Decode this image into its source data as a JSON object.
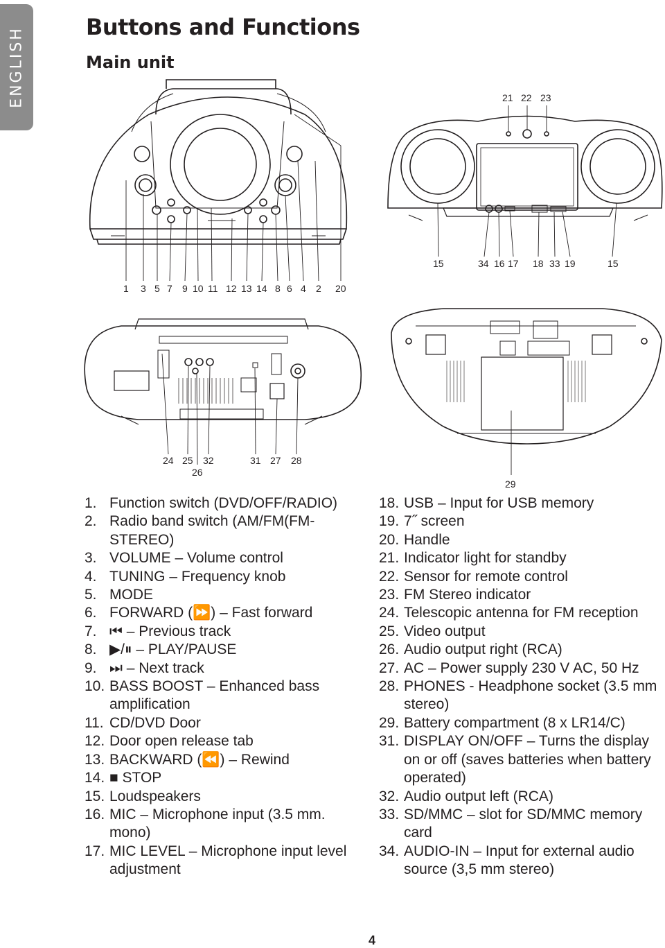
{
  "side_tab": "ENGLISH",
  "title": "Buttons and Functions",
  "subtitle": "Main unit",
  "callouts": {
    "front_row": [
      "1",
      "3",
      "5",
      "7",
      "9",
      "10",
      "11",
      "12",
      "13",
      "14",
      "8",
      "6",
      "4",
      "2",
      "20"
    ],
    "screen_top": [
      "21",
      "22",
      "23"
    ],
    "screen_bottom": [
      "15",
      "34",
      "16",
      "17",
      "18",
      "33",
      "19",
      "15"
    ],
    "back_row": [
      "24",
      "25",
      "32",
      "31",
      "27",
      "28"
    ],
    "back_sub": "26",
    "battery": "29"
  },
  "functions_left": [
    {
      "num": "1.",
      "text": "Function switch (DVD/OFF/RADIO)"
    },
    {
      "num": "2.",
      "text": "Radio band switch (AM/FM(FM-STEREO)"
    },
    {
      "num": "3.",
      "text": "VOLUME – Volume control"
    },
    {
      "num": "4.",
      "text": "TUNING – Frequency knob"
    },
    {
      "num": "5.",
      "text": "MODE"
    },
    {
      "num": "6.",
      "text": "FORWARD (⏩) – Fast forward"
    },
    {
      "num": "7.",
      "text": "⏮ – Previous track"
    },
    {
      "num": "8.",
      "text": "▶/⏸ – PLAY/PAUSE"
    },
    {
      "num": "9.",
      "text": "⏭ – Next track"
    },
    {
      "num": "10.",
      "text": "BASS BOOST – Enhanced bass amplification"
    },
    {
      "num": "11.",
      "text": "CD/DVD Door"
    },
    {
      "num": "12.",
      "text": "Door open release tab"
    },
    {
      "num": "13.",
      "text": "BACKWARD (⏪) – Rewind"
    },
    {
      "num": "14.",
      "text": "■ STOP"
    },
    {
      "num": "15.",
      "text": "Loudspeakers"
    },
    {
      "num": "16.",
      "text": "MIC – Microphone input (3.5 mm. mono)"
    },
    {
      "num": "17.",
      "text": "MIC LEVEL – Microphone input level adjustment"
    }
  ],
  "functions_right": [
    {
      "num": "18.",
      "text": "USB – Input for USB memory"
    },
    {
      "num": "19.",
      "text": "7˝ screen"
    },
    {
      "num": "20.",
      "text": "Handle"
    },
    {
      "num": "21.",
      "text": "Indicator light for standby"
    },
    {
      "num": "22.",
      "text": "Sensor for remote control"
    },
    {
      "num": "23.",
      "text": "FM Stereo indicator"
    },
    {
      "num": "24.",
      "text": "Telescopic antenna for FM reception"
    },
    {
      "num": "25.",
      "text": "Video output"
    },
    {
      "num": "26.",
      "text": "Audio output right (RCA)"
    },
    {
      "num": "27.",
      "text": "AC – Power supply 230 V AC, 50 Hz"
    },
    {
      "num": "28.",
      "text": "PHONES - Headphone socket (3.5 mm stereo)"
    },
    {
      "num": "29.",
      "text": "Battery compartment (8 x LR14/C)"
    },
    {
      "num": "31.",
      "text": "DISPLAY ON/OFF – Turns the display on or off (saves batteries when battery operated)"
    },
    {
      "num": "32.",
      "text": "Audio output left (RCA)"
    },
    {
      "num": "33.",
      "text": "SD/MMC – slot for SD/MMC memory card"
    },
    {
      "num": "34.",
      "text": "AUDIO-IN – Input for external audio source (3,5 mm stereo)"
    }
  ],
  "page_number": "4"
}
